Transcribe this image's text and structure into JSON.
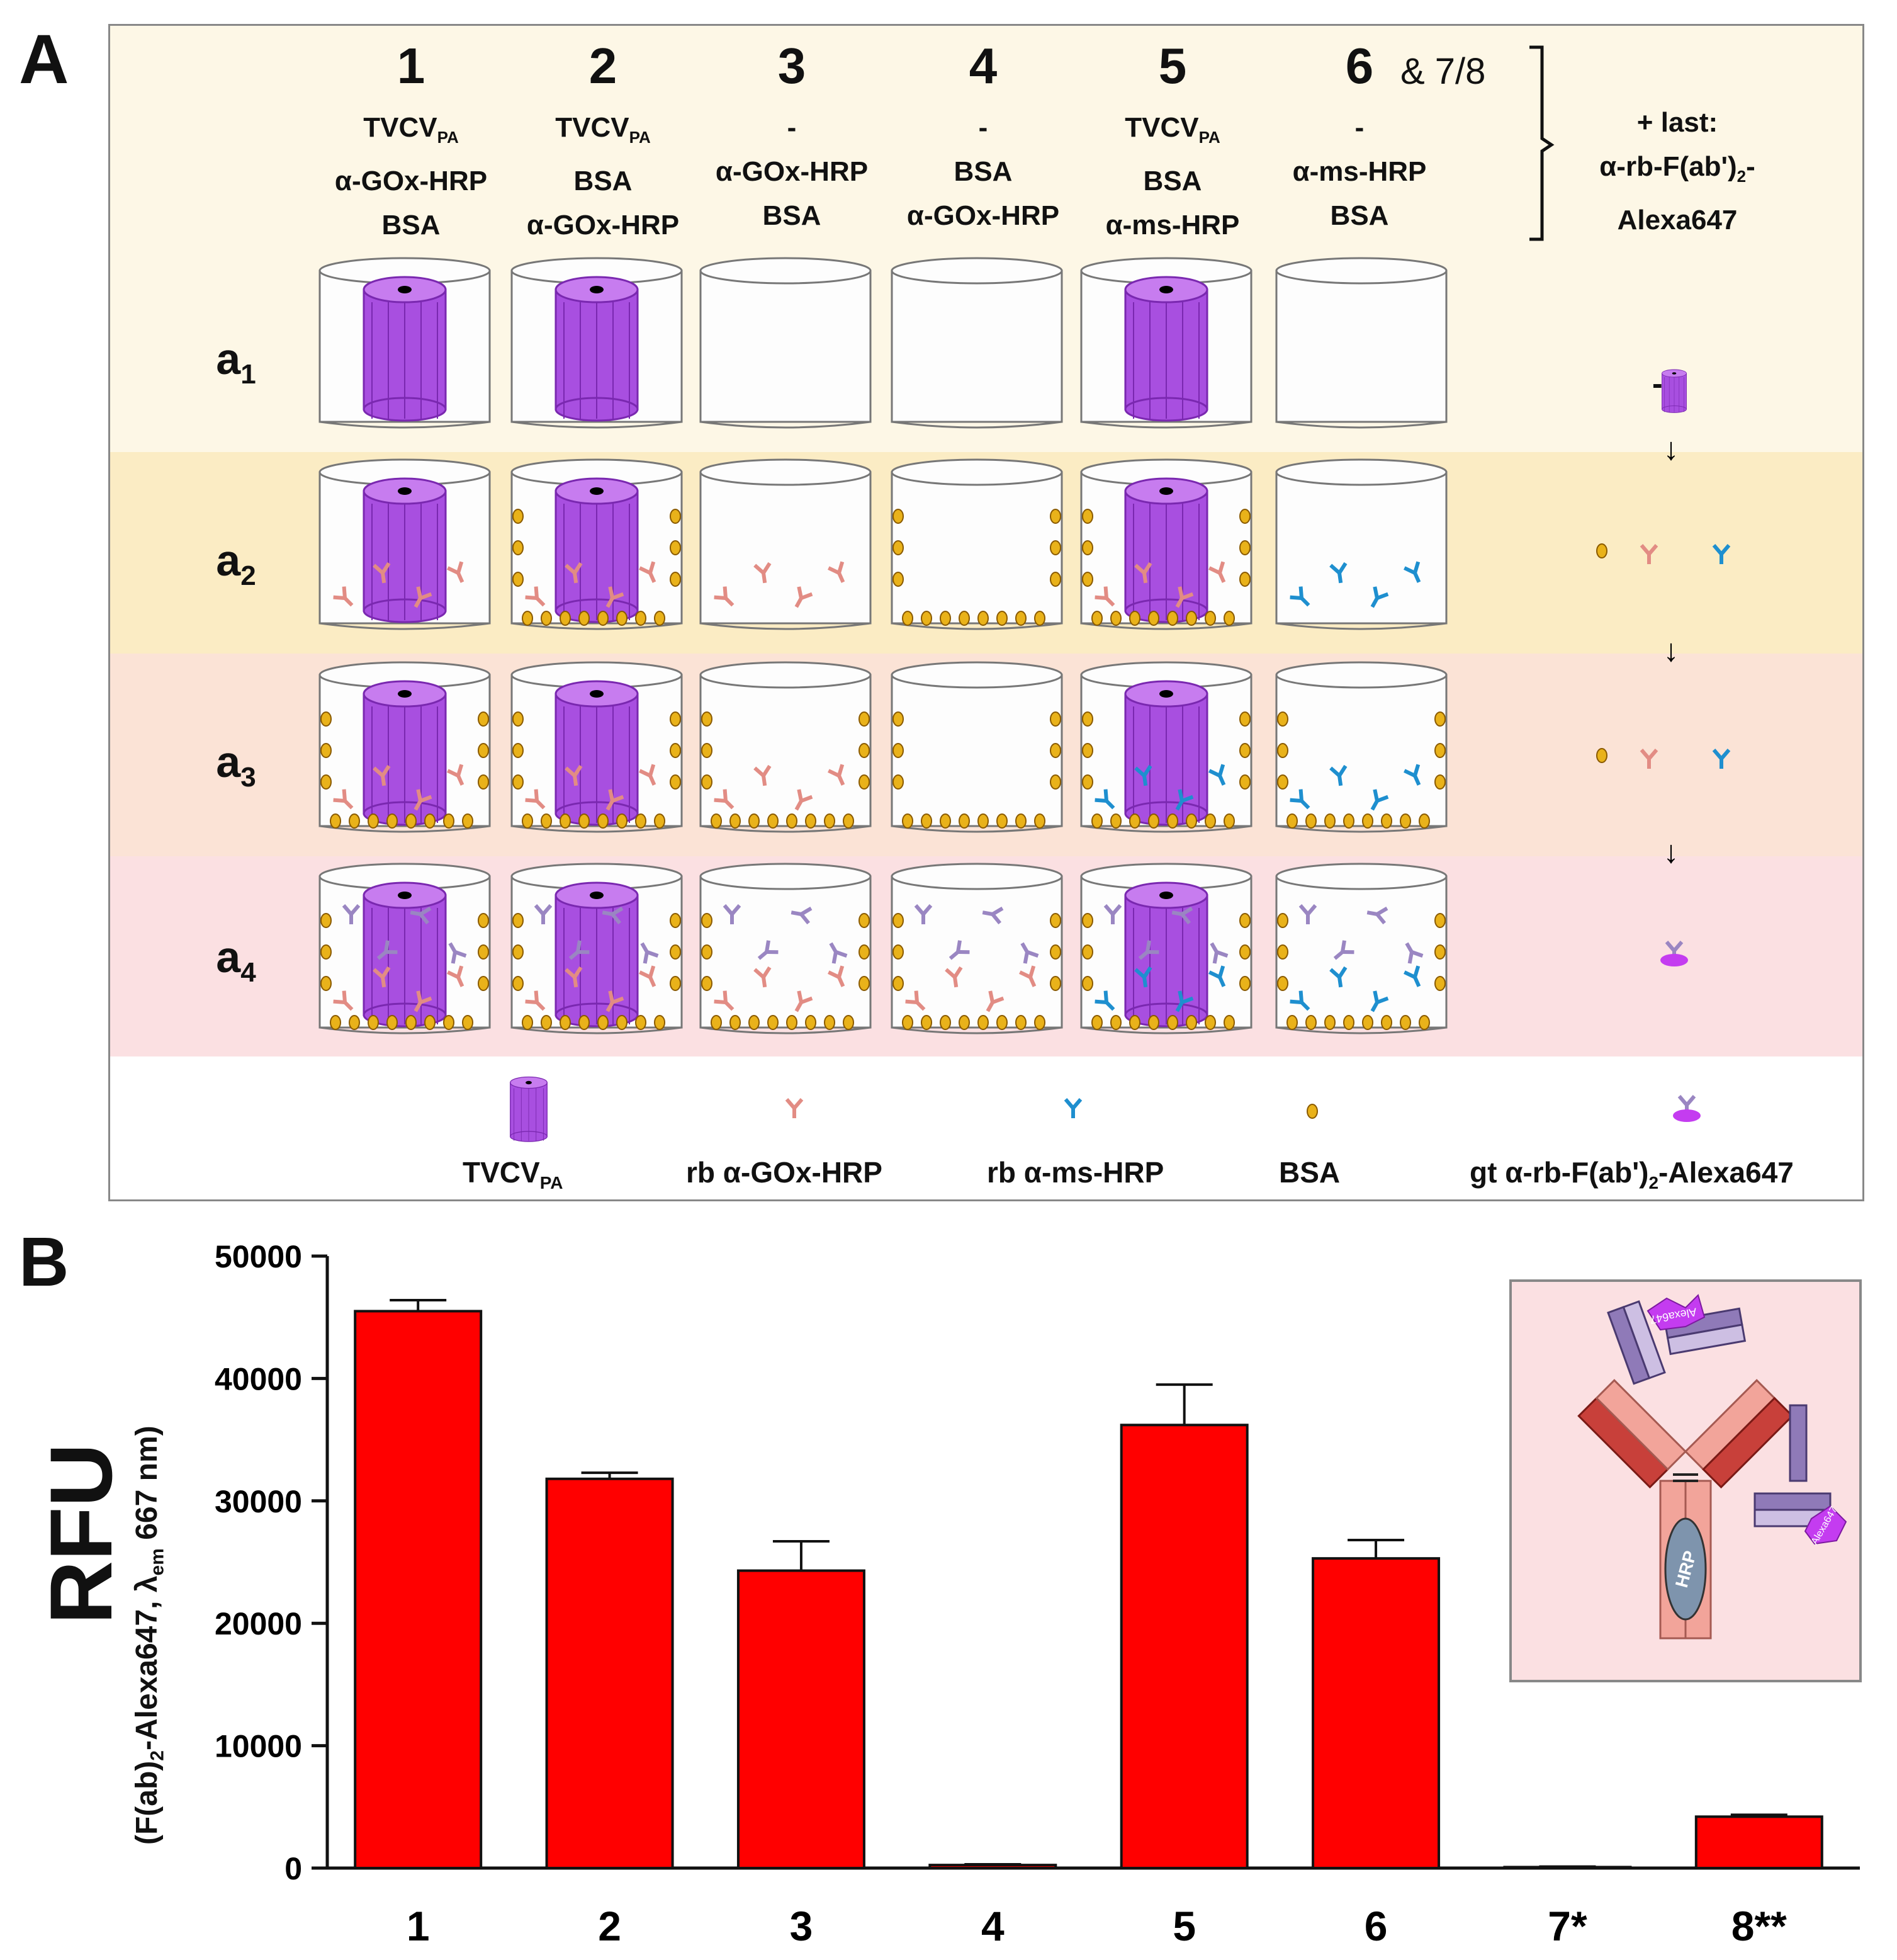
{
  "panel_a": {
    "letter": "A",
    "extra_columns": "& 7/8",
    "columns": [
      {
        "num": "1",
        "lines": [
          "TVCV",
          "α-GOx-HRP",
          "BSA"
        ]
      },
      {
        "num": "2",
        "lines": [
          "TVCV",
          "BSA",
          "α-GOx-HRP"
        ]
      },
      {
        "num": "3",
        "lines": [
          "-",
          "α-GOx-HRP",
          "BSA"
        ]
      },
      {
        "num": "4",
        "lines": [
          "-",
          "BSA",
          "α-GOx-HRP"
        ]
      },
      {
        "num": "5",
        "lines": [
          "TVCV",
          "BSA",
          "α-ms-HRP"
        ]
      },
      {
        "num": "6",
        "lines": [
          "-",
          "α-ms-HRP",
          "BSA"
        ]
      }
    ],
    "tvcv_subscript": "PA",
    "last_step": [
      "+ last:",
      "α-rb-F(ab')",
      "Alexa647"
    ],
    "last_step_sub": "2",
    "rows": [
      {
        "label": "a",
        "sub": "1",
        "side": "-"
      },
      {
        "label": "a",
        "sub": "2",
        "side": ""
      },
      {
        "label": "a",
        "sub": "3",
        "side": ""
      },
      {
        "label": "a",
        "sub": "4",
        "side": ""
      }
    ],
    "legend": {
      "tvcv": "TVCV",
      "tvcv_sub": "PA",
      "gox": "rb α-GOx-HRP",
      "ms": "rb α-ms-HRP",
      "bsa": "BSA",
      "sec_pre": "gt α-rb-F(ab')",
      "sec_sub": "2",
      "sec_post": "-Alexa647"
    },
    "colors": {
      "band_a1": "#fdf7e6",
      "band_a2": "#fbecc4",
      "band_a3": "#fbe3d6",
      "band_a4": "#fbe0e2",
      "tvcv": "#a84fe0",
      "gox_antibody": "#e28c84",
      "ms_antibody": "#1e8fcf",
      "bsa": "#e9b21a",
      "secondary": "#9a86c2"
    }
  },
  "panel_b": {
    "letter": "B",
    "ylabel_main": "RFU",
    "ylabel_sub_pre": "(F(ab)",
    "ylabel_sub_2": "2",
    "ylabel_sub_mid": "-Alexa647, λ",
    "ylabel_sub_em": "em",
    "ylabel_sub_post": " 667 nm)",
    "inset_labels": [
      "HRP",
      "Alexa647"
    ]
  },
  "chart_data": {
    "type": "bar",
    "categories": [
      "1",
      "2",
      "3",
      "4",
      "5",
      "6",
      "7*",
      "8**"
    ],
    "values": [
      45500,
      31800,
      24300,
      250,
      36200,
      25300,
      80,
      4200
    ],
    "errors": [
      900,
      500,
      2400,
      60,
      3300,
      1500,
      40,
      150
    ],
    "yticks": [
      0,
      10000,
      20000,
      30000,
      40000,
      50000
    ],
    "ylim": [
      0,
      50000
    ],
    "bar_color": "#ff0000",
    "title": "",
    "xlabel": "",
    "ylabel": "RFU"
  }
}
